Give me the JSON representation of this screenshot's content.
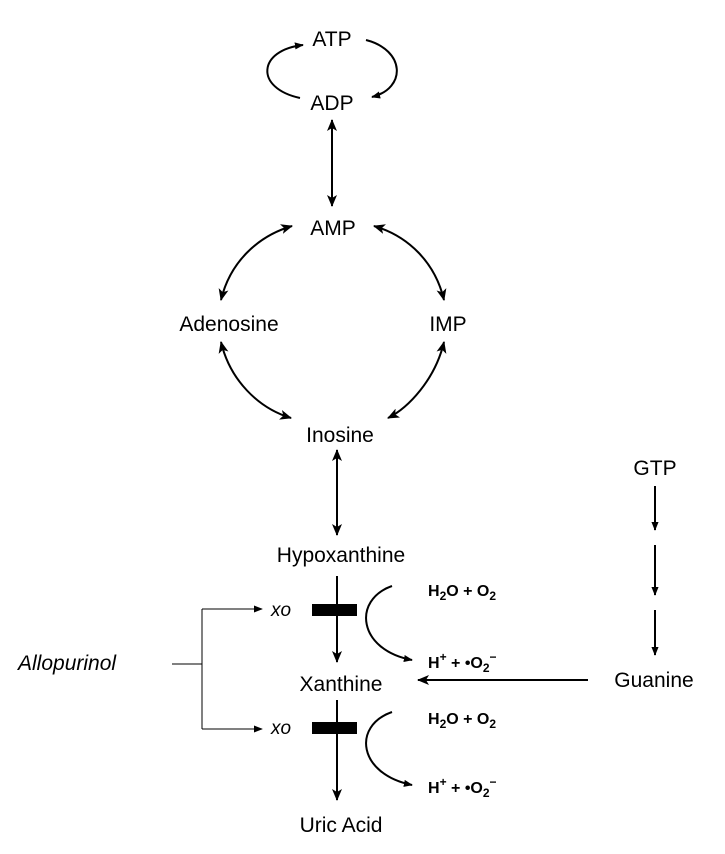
{
  "nodes": {
    "atp": "ATP",
    "adp": "ADP",
    "amp": "AMP",
    "adenosine": "Adenosine",
    "imp": "IMP",
    "inosine": "Inosine",
    "hypoxanthine": "Hypoxanthine",
    "xanthine": "Xanthine",
    "uric_acid": "Uric Acid",
    "gtp": "GTP",
    "guanine": "Guanine"
  },
  "enzyme": {
    "upper": "xo",
    "lower": "xo"
  },
  "inhibitor": "Allopurinol",
  "reactions": {
    "upper": {
      "reactant_a": "H",
      "reactant_a_sub": "2",
      "reactant_b": "O + O",
      "reactant_b_sub": "2",
      "product_a": "H",
      "product_a_sup": "+",
      "product_b": " + •O",
      "product_b_sub": "2",
      "product_b_sup": "−"
    },
    "lower": {
      "reactant_a": "H",
      "reactant_a_sub": "2",
      "reactant_b": "O + O",
      "reactant_b_sub": "2",
      "product_a": "H",
      "product_a_sup": "+",
      "product_b": " + •O",
      "product_b_sub": "2",
      "product_b_sup": "−"
    }
  }
}
